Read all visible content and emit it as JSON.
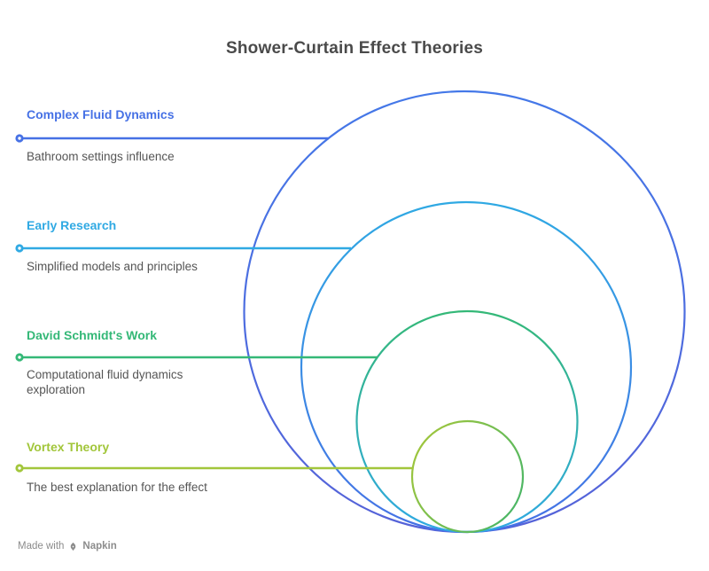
{
  "title": "Shower-Curtain Effect Theories",
  "items": [
    {
      "label": "Complex Fluid Dynamics",
      "description": "Bathroom settings influence",
      "color": "#4671E5"
    },
    {
      "label": "Early Research",
      "description": "Simplified models and principles",
      "color": "#2FA9E3"
    },
    {
      "label": "David Schmidt's Work",
      "description": "Computational fluid dynamics exploration",
      "color": "#34B877"
    },
    {
      "label": "Vortex Theory",
      "description": "The best explanation for the effect",
      "color": "#A2C63B"
    }
  ],
  "gradients": {
    "c1": [
      "#4478E8",
      "#5562D8"
    ],
    "c2": [
      "#2FA9E3",
      "#4671E5"
    ],
    "c3": [
      "#34B877",
      "#2FA9E3"
    ],
    "c4": [
      "#A2C63B",
      "#45B568"
    ]
  },
  "text_colors": {
    "title": "#4A4A4A",
    "description": "#555555",
    "footer": "#8C8C8C"
  },
  "footer": {
    "made_with": "Made with",
    "brand": "Napkin"
  }
}
